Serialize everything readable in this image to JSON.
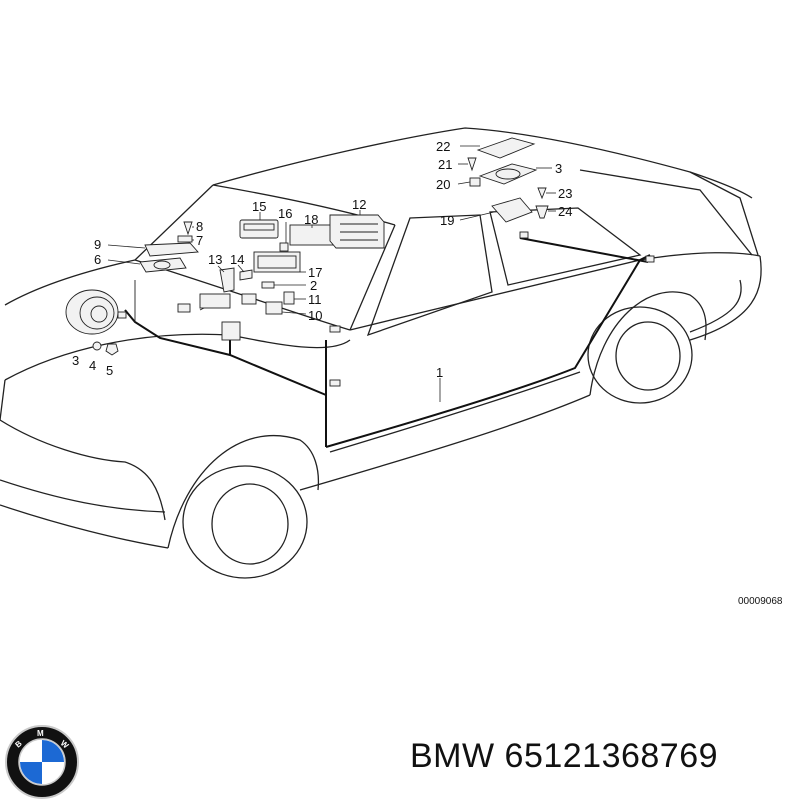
{
  "diagram": {
    "callouts": [
      {
        "id": "c22",
        "text": "22"
      },
      {
        "id": "c21",
        "text": "21"
      },
      {
        "id": "c3top",
        "text": "3"
      },
      {
        "id": "c20",
        "text": "20"
      },
      {
        "id": "c23",
        "text": "23"
      },
      {
        "id": "c24",
        "text": "24"
      },
      {
        "id": "c19",
        "text": "19"
      },
      {
        "id": "c15",
        "text": "15"
      },
      {
        "id": "c16",
        "text": "16"
      },
      {
        "id": "c18",
        "text": "18"
      },
      {
        "id": "c12",
        "text": "12"
      },
      {
        "id": "c8",
        "text": "8"
      },
      {
        "id": "c7",
        "text": "7"
      },
      {
        "id": "c9",
        "text": "9"
      },
      {
        "id": "c6",
        "text": "6"
      },
      {
        "id": "c13",
        "text": "13"
      },
      {
        "id": "c14",
        "text": "14"
      },
      {
        "id": "c17",
        "text": "17"
      },
      {
        "id": "c2",
        "text": "2"
      },
      {
        "id": "c11",
        "text": "11"
      },
      {
        "id": "c10",
        "text": "10"
      },
      {
        "id": "c3",
        "text": "3"
      },
      {
        "id": "c4",
        "text": "4"
      },
      {
        "id": "c5",
        "text": "5"
      },
      {
        "id": "c1",
        "text": "1"
      }
    ],
    "image_ref": "00009068"
  },
  "brand": {
    "logo": "bmw-roundel-logo",
    "logo_letters": "BMW",
    "colors": {
      "blue": "#1c69d4",
      "white": "#ffffff",
      "ring": "#111111",
      "silver": "#c9c9c9"
    }
  },
  "product": {
    "part_number_text": "BMW 65121368769"
  }
}
